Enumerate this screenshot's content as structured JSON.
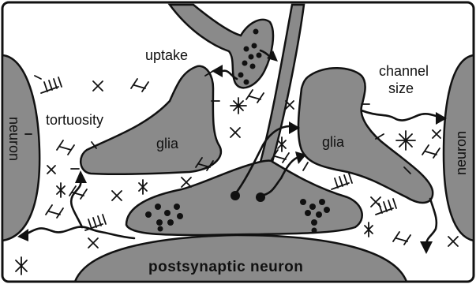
{
  "labels": {
    "neuron_left": "neuron",
    "neuron_right": "neuron",
    "tortuosity": "tortuosity",
    "uptake": "uptake",
    "glia_left": "glia",
    "glia_right": "glia",
    "channel": "channel",
    "size": "size",
    "postsynaptic": "postsynaptic neuron"
  },
  "colors": {
    "cell_fill": "#8a8a8a",
    "outline": "#111111",
    "background": "#ffffff"
  }
}
